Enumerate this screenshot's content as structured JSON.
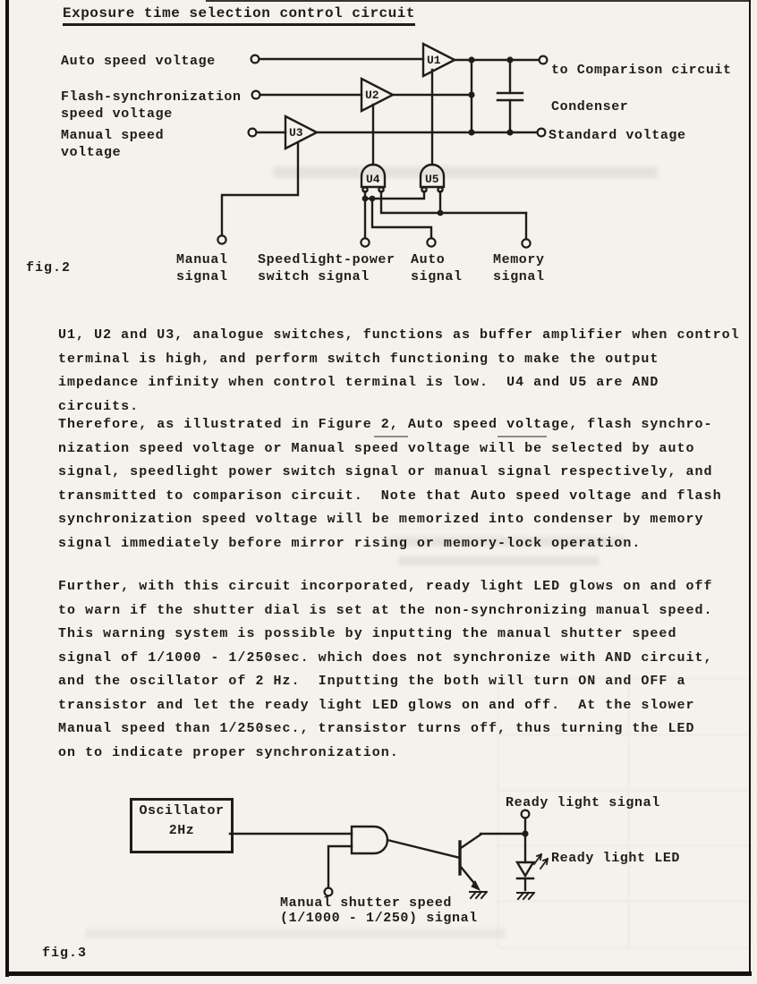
{
  "ink": "#1f1d1a",
  "paper": "#f4f2ec",
  "title": "Exposure time selection control circuit",
  "fig2": {
    "caption": "fig.2",
    "inputs": {
      "auto": "Auto speed voltage",
      "flash": [
        "Flash-synchronization",
        "speed voltage"
      ],
      "manual": [
        "Manual speed",
        "voltage"
      ]
    },
    "outputs": {
      "comparison": "to Comparison circuit",
      "condenser": "Condenser",
      "standard": "Standard voltage"
    },
    "signals": {
      "manual": [
        "Manual",
        "signal"
      ],
      "speedlight": [
        "Speedlight-power",
        "switch signal"
      ],
      "auto": [
        "Auto",
        "signal"
      ],
      "memory": [
        "Memory",
        "signal"
      ]
    },
    "components": {
      "u1": "U1",
      "u2": "U2",
      "u3": "U3",
      "u4": "U4",
      "u5": "U5"
    }
  },
  "body": {
    "para1": [
      "U1, U2 and U3, analogue switches, functions as buffer amplifier when control",
      "terminal is high, and perform switch functioning to make the output",
      "impedance infinity when control terminal is low.  U4 and U5 are AND",
      "circuits."
    ],
    "para2": [
      "Therefore, as illustrated in Figure 2, Auto speed voltage, flash synchro-",
      "nization speed voltage or Manual speed voltage will be selected by auto",
      "signal, speedlight power switch signal or manual signal respectively, and",
      "transmitted to comparison circuit.  Note that Auto speed voltage and flash",
      "synchronization speed voltage will be memorized into condenser by memory",
      "signal immediately before mirror rising or memory-lock operation."
    ],
    "para3": [
      "Further, with this circuit incorporated, ready light LED glows on and off",
      "to warn if the shutter dial is set at the non-synchronizing manual speed.",
      "This warning system is possible by inputting the manual shutter speed",
      "signal of 1/1000 - 1/250sec. which does not synchronize with AND circuit,",
      "and the oscillator of 2 Hz.  Inputting the both will turn ON and OFF a",
      "transistor and let the ready light LED glows on and off.  At the slower",
      "Manual speed than 1/250sec., transistor turns off, thus turning the LED",
      "on to indicate proper synchronization."
    ]
  },
  "fig3": {
    "caption": "fig.3",
    "oscillator": [
      "Oscillator",
      "2Hz"
    ],
    "ready_signal": "Ready light signal",
    "ready_led": "Ready light LED",
    "manual_shutter": [
      "Manual shutter speed",
      "(1/1000 - 1/250) signal"
    ]
  }
}
